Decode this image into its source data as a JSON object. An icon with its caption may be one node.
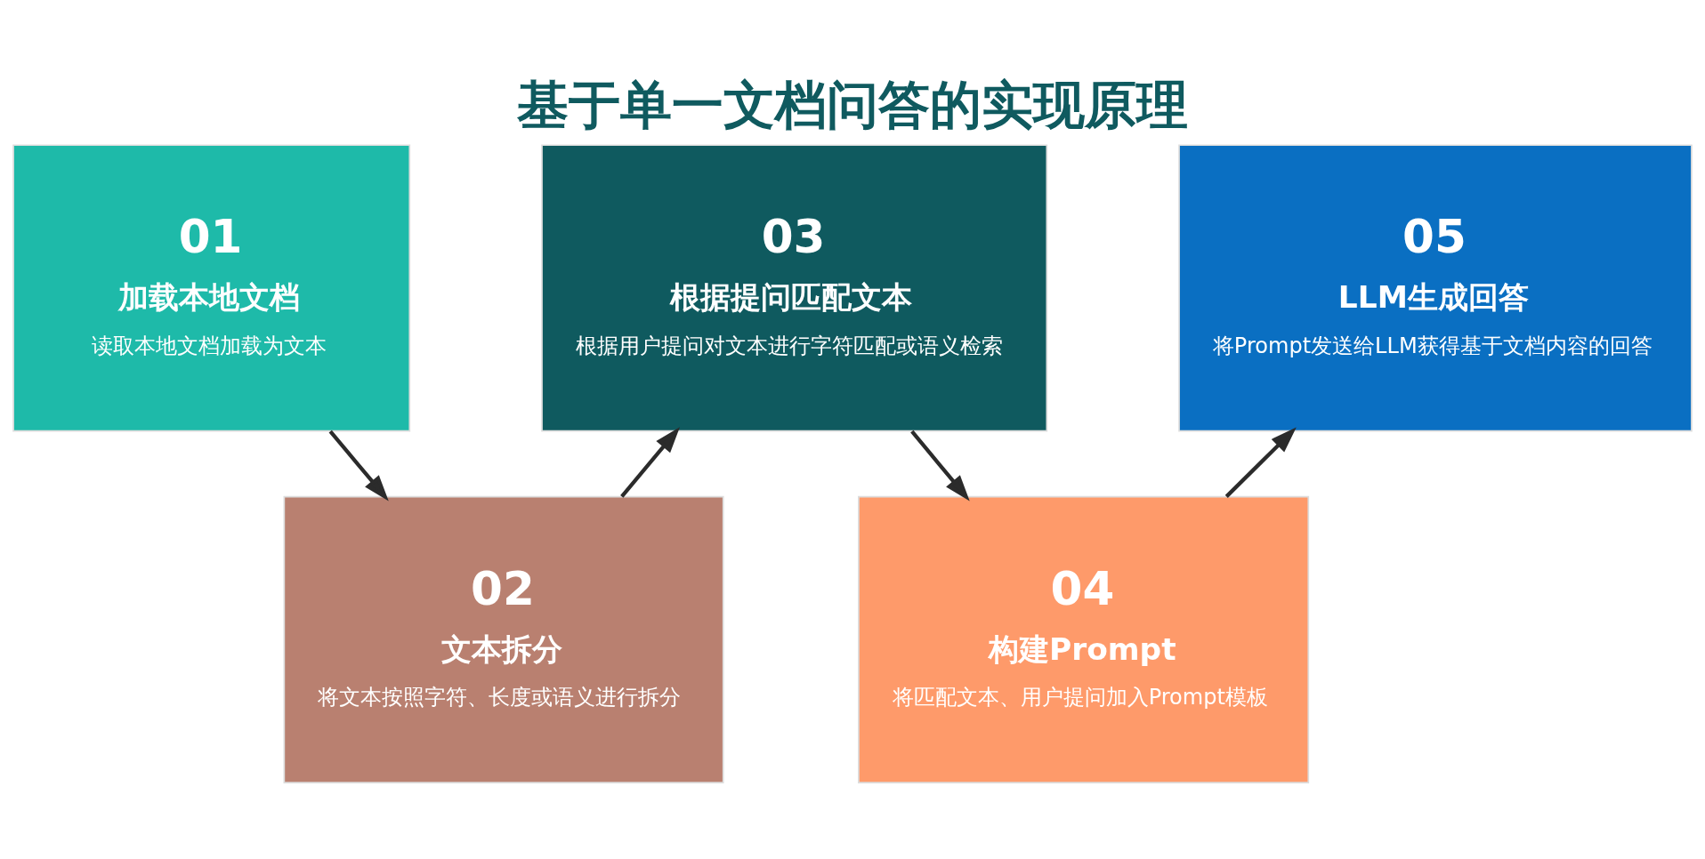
{
  "diagram": {
    "title": "基于单一文档问答的实现原理",
    "nodes": [
      {
        "text": [
          "01",
          "加载本地文档",
          "读取本地文档加载为文本"
        ]
      },
      {
        "text": [
          "02",
          "文本拆分",
          "将文本按照字符、长度或语义进行拆分"
        ]
      },
      {
        "text": [
          "03",
          "根据提问匹配文本",
          "根据用户提问对文本进行字符匹配或语义检索"
        ]
      },
      {
        "text": [
          "04",
          "构建Prompt",
          "将匹配文本、用户提问加入Prompt模板"
        ]
      },
      {
        "text": [
          "05",
          "LLM生成回答",
          "将Prompt发送给LLM获得基于文档内容的回答"
        ]
      }
    ],
    "edges": [
      {
        "from": 0,
        "to": 1,
        "arrow": "to"
      },
      {
        "from": 1,
        "to": 2,
        "arrow": "to"
      },
      {
        "from": 2,
        "to": 3,
        "arrow": "to"
      },
      {
        "from": 3,
        "to": 4,
        "arrow": "to"
      }
    ]
  }
}
